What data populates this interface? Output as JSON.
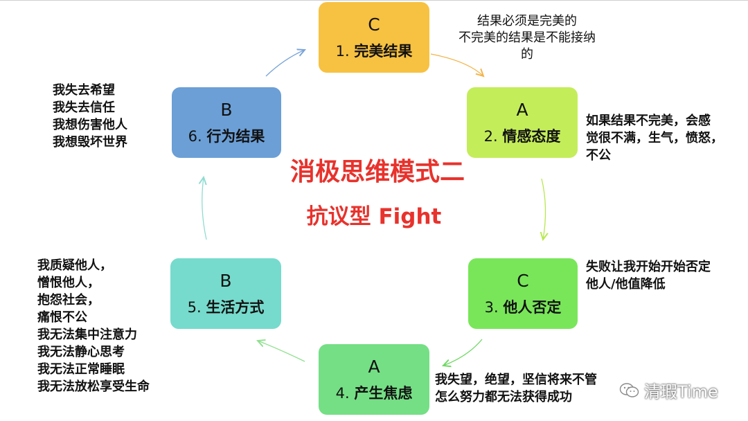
{
  "title": "消极思维模式二",
  "subtitle": "抗议型 Fight",
  "nodes": [
    {
      "letter": "C",
      "number": "1.",
      "text": "完美结果",
      "color": "#f7c141"
    },
    {
      "letter": "A",
      "number": "2.",
      "text": "情感态度",
      "color": "#c4ed5a"
    },
    {
      "letter": "C",
      "number": "3.",
      "text": "他人否定",
      "color": "#79e65a"
    },
    {
      "letter": "A",
      "number": "4.",
      "text": "产生焦虑",
      "color": "#75df85"
    },
    {
      "letter": "B",
      "number": "5.",
      "text": "生活方式",
      "color": "#76dbcc"
    },
    {
      "letter": "B",
      "number": "6.",
      "text": "行为结果",
      "color": "#6b9fd6"
    }
  ],
  "notes": {
    "n1": "结果必须是完美的\n不完美的结果是不能接纳\n的",
    "n2": "如果结果不完美，会感\n觉很不满，生气，愤怒，\n不公",
    "n3": "失败让我开始开始否定\n他人/他值降低",
    "n4": "我失望，绝望，坚信将来不管\n怎么努力都无法获得成功",
    "n5": "我质疑他人，\n憎恨他人，\n抱怨社会，\n痛恨不公\n我无法集中注意力\n我无法静心思考\n我无法正常睡眠\n我无法放松享受生命",
    "n6": "我失去希望\n我失去信任\n我想伤害他人\n我想毁坏世界"
  },
  "watermark": "清瑕Time",
  "icons": {
    "watermark": "wechat-icon"
  },
  "colors": {
    "title": "#e8322c"
  }
}
